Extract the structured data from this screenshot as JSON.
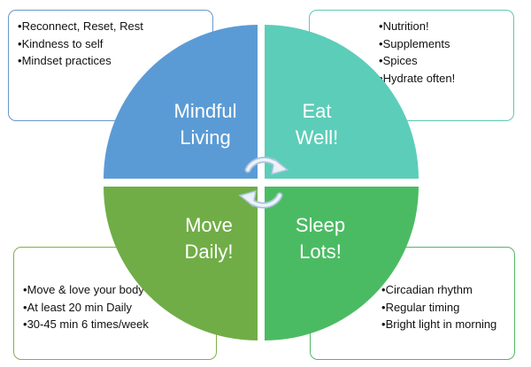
{
  "boxes": {
    "top_left": {
      "items": [
        "Reconnect, Reset, Rest",
        "Kindness to self",
        "Mindset practices"
      ]
    },
    "top_right": {
      "items": [
        "Nutrition!",
        "Supplements",
        "Spices",
        "Hydrate often!"
      ]
    },
    "bottom_left": {
      "items": [
        "Move & love your body",
        "At least 20 min Daily",
        "30-45 min 6 times/week"
      ]
    },
    "bottom_right": {
      "items": [
        "Circadian rhythm",
        "Regular timing",
        "Bright light in morning"
      ]
    }
  },
  "quadrants": {
    "top_left": {
      "line1": "Mindful",
      "line2": "Living",
      "color": "#5b9bd5"
    },
    "top_right": {
      "line1": "Eat",
      "line2": "Well!",
      "color": "#5ccdb9"
    },
    "bottom_left": {
      "line1": "Move",
      "line2": "Daily!",
      "color": "#70ad47"
    },
    "bottom_right": {
      "line1": "Sleep",
      "line2": "Lots!",
      "color": "#4bbb63"
    }
  },
  "center_icon": "cycle-arrows-icon"
}
